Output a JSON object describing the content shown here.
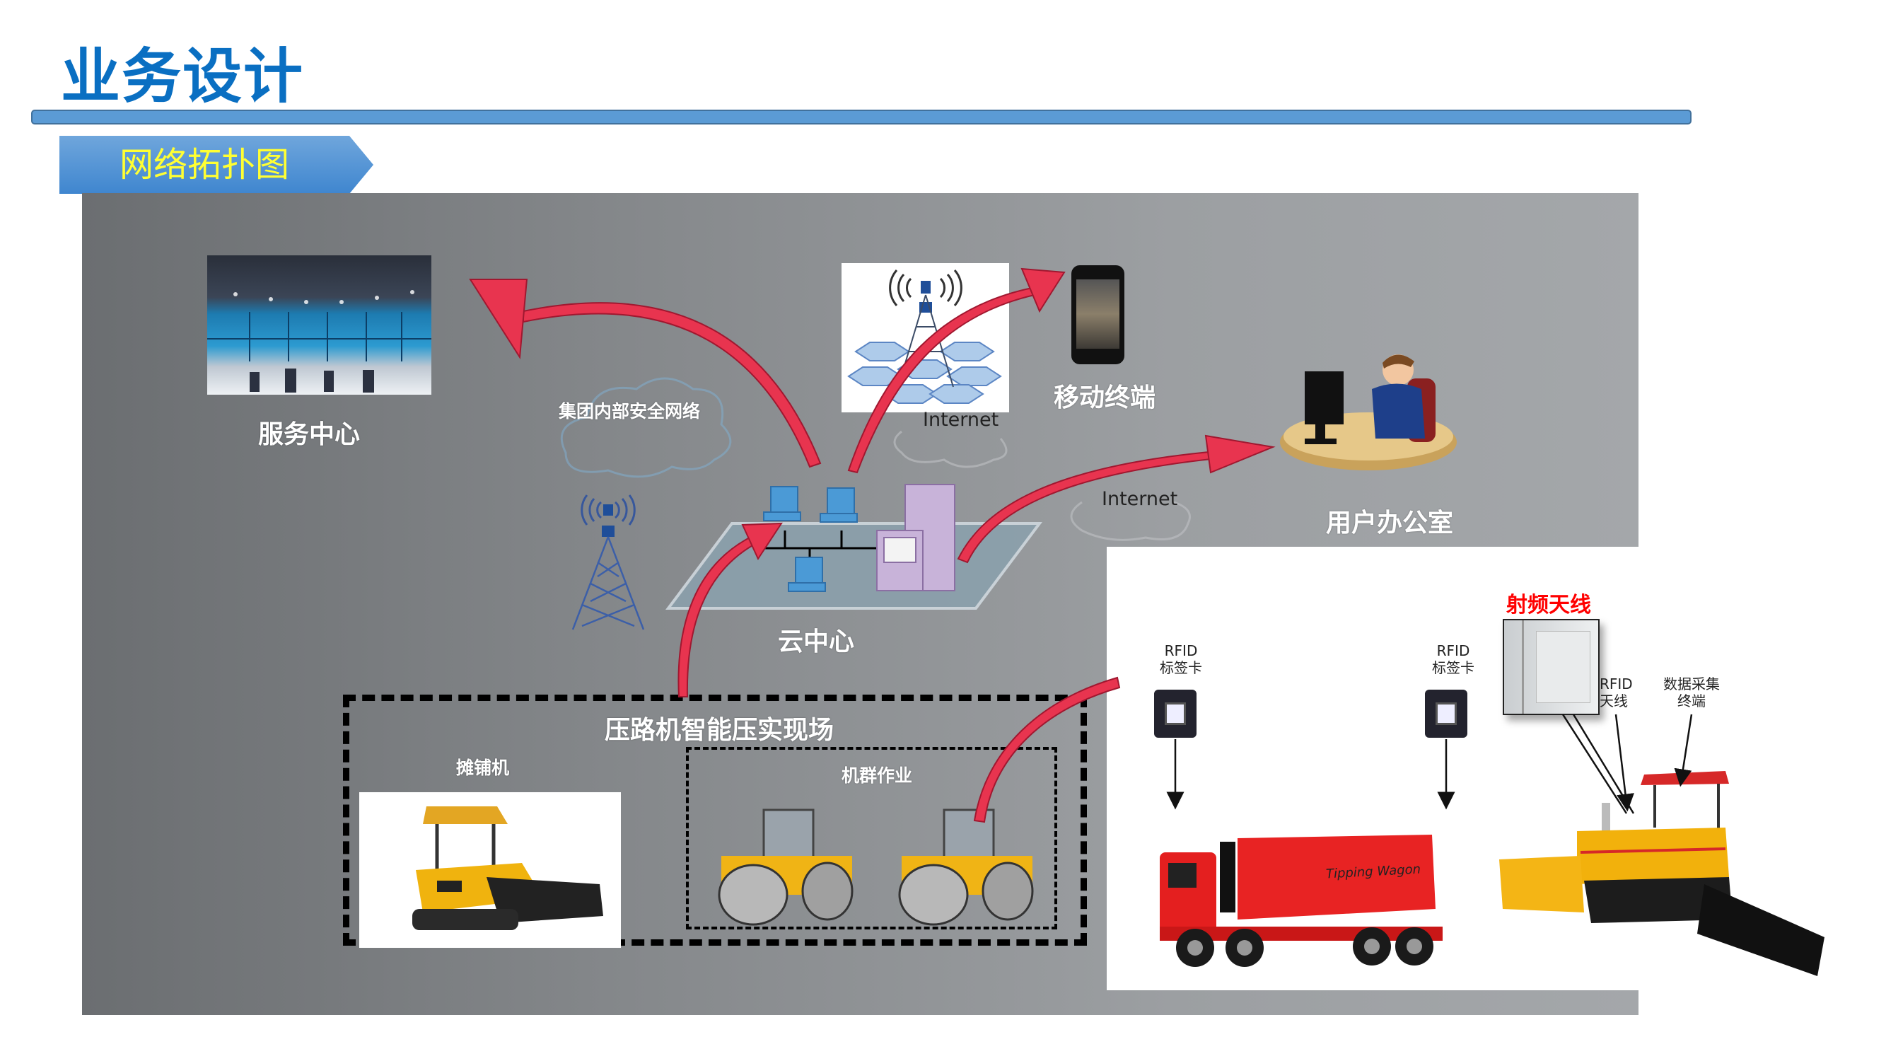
{
  "header": {
    "title": "业务设计",
    "section_label": "网络拓扑图"
  },
  "colors": {
    "title_blue": "#0a6fc2",
    "bar_blue": "#5b9bd5",
    "banner_text_yellow": "#ffff33",
    "arrow_red": "#e8344f",
    "antenna_label_red": "#ff0000"
  },
  "diagram": {
    "nodes": {
      "service_center": {
        "label": "服务中心",
        "icon": "control-room-photo"
      },
      "internal_network": {
        "label": "集团内部安全网络",
        "icon": "cloud-icon"
      },
      "mobile_network": {
        "label": "Internet",
        "icon": "cell-tower-hex-icon"
      },
      "mobile_terminal": {
        "label": "移动终端",
        "icon": "smartphone-icon"
      },
      "user_office": {
        "label": "用户办公室",
        "icon": "office-worker-icon"
      },
      "office_link": {
        "label": "Internet",
        "icon": "cloud-icon"
      },
      "tower": {
        "icon": "cell-tower-icon"
      },
      "cloud_center": {
        "label": "云中心",
        "icon": "lan-platform-icon"
      }
    },
    "site": {
      "title": "压路机智能压实现场",
      "paver_label": "摊铺机",
      "cluster_label": "机群作业"
    },
    "rfid_inset": {
      "tag1_label": [
        "RFID",
        "标签卡"
      ],
      "tag2_label": [
        "RFID",
        "标签卡"
      ],
      "antenna_title": "射频天线",
      "antenna_label": [
        "RFID",
        "天线"
      ],
      "terminal_label": [
        "数据采集",
        "终端"
      ],
      "truck_text": "Tipping Wagon"
    }
  }
}
